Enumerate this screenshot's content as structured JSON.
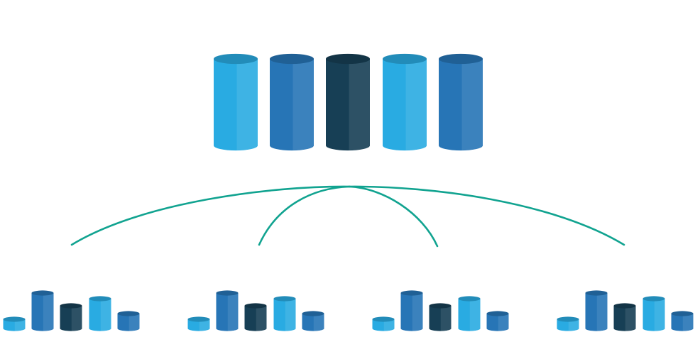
{
  "colors": {
    "light": "#29abe2",
    "mid": "#2775b6",
    "dark": "#173f55",
    "connector": "#11a390",
    "background": "#ffffff"
  },
  "top_group": {
    "cylinders": [
      "light",
      "mid",
      "dark",
      "light",
      "mid"
    ]
  },
  "connectors": [
    "outer-arc-left",
    "inner-arc-left",
    "inner-arc-right",
    "outer-arc-right"
  ],
  "bottom_groups": [
    {
      "cylinders": [
        "light",
        "mid",
        "dark",
        "light",
        "mid"
      ]
    },
    {
      "cylinders": [
        "light",
        "mid",
        "dark",
        "light",
        "mid"
      ]
    },
    {
      "cylinders": [
        "light",
        "mid",
        "dark",
        "light",
        "mid"
      ]
    },
    {
      "cylinders": [
        "light",
        "mid",
        "dark",
        "light",
        "mid"
      ]
    }
  ]
}
